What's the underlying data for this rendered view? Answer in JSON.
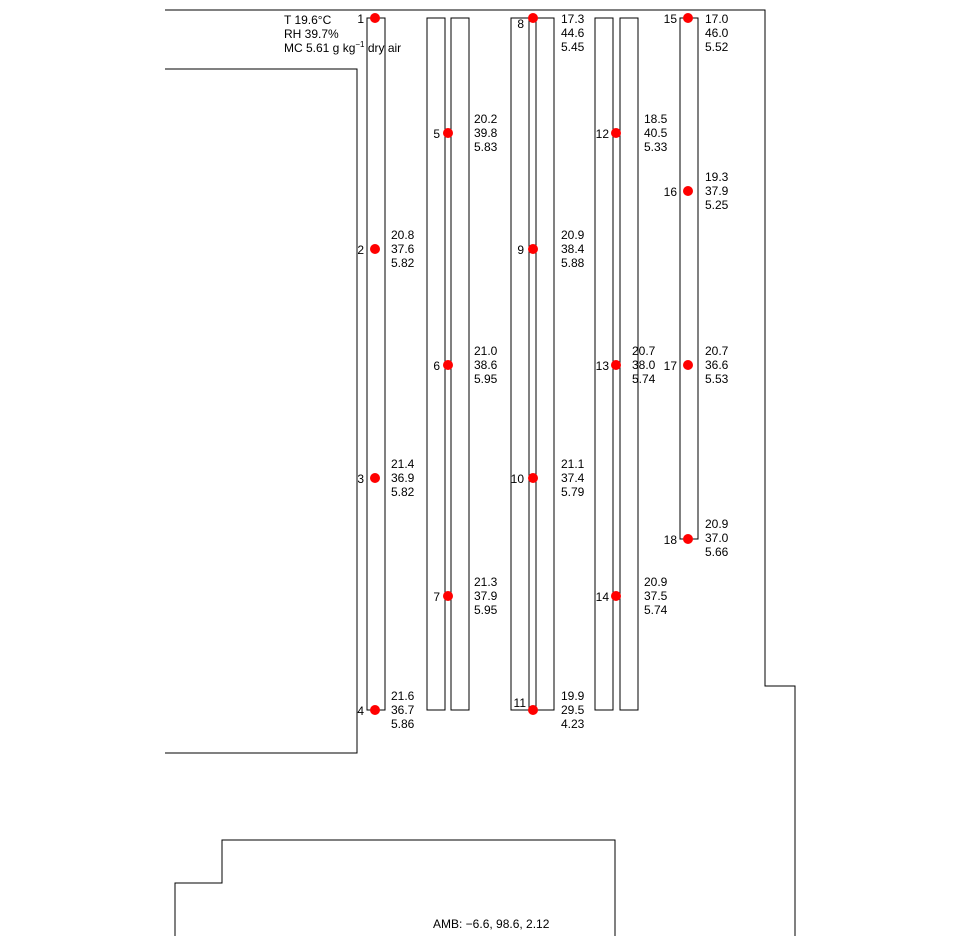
{
  "legend": {
    "t_label": "T 19.6°C",
    "rh_label": "RH 39.7%",
    "mc_prefix": "MC 5.61 g kg",
    "mc_exp": "−1",
    "mc_suffix": " dry air"
  },
  "ambient": "AMB: −6.6, 98.6, 2.12",
  "sensor_color": "#ff0000",
  "sensors": [
    {
      "id": "1",
      "t": "",
      "rh": "",
      "mc": ""
    },
    {
      "id": "2",
      "t": "20.8",
      "rh": "37.6",
      "mc": "5.82"
    },
    {
      "id": "3",
      "t": "21.4",
      "rh": "36.9",
      "mc": "5.82"
    },
    {
      "id": "4",
      "t": "21.6",
      "rh": "36.7",
      "mc": "5.86"
    },
    {
      "id": "5",
      "t": "20.2",
      "rh": "39.8",
      "mc": "5.83"
    },
    {
      "id": "6",
      "t": "21.0",
      "rh": "38.6",
      "mc": "5.95"
    },
    {
      "id": "7",
      "t": "21.3",
      "rh": "37.9",
      "mc": "5.95"
    },
    {
      "id": "8",
      "t": "17.3",
      "rh": "44.6",
      "mc": "5.45"
    },
    {
      "id": "9",
      "t": "20.9",
      "rh": "38.4",
      "mc": "5.88"
    },
    {
      "id": "10",
      "t": "21.1",
      "rh": "37.4",
      "mc": "5.79"
    },
    {
      "id": "11",
      "t": "19.9",
      "rh": "29.5",
      "mc": "4.23"
    },
    {
      "id": "12",
      "t": "18.5",
      "rh": "40.5",
      "mc": "5.33"
    },
    {
      "id": "13",
      "t": "20.7",
      "rh": "38.0",
      "mc": "5.74"
    },
    {
      "id": "14",
      "t": "20.9",
      "rh": "37.5",
      "mc": "5.74"
    },
    {
      "id": "15",
      "t": "17.0",
      "rh": "46.0",
      "mc": "5.52"
    },
    {
      "id": "16",
      "t": "19.3",
      "rh": "37.9",
      "mc": "5.25"
    },
    {
      "id": "17",
      "t": "20.7",
      "rh": "36.6",
      "mc": "5.53"
    },
    {
      "id": "18",
      "t": "20.9",
      "rh": "37.0",
      "mc": "5.66"
    }
  ]
}
